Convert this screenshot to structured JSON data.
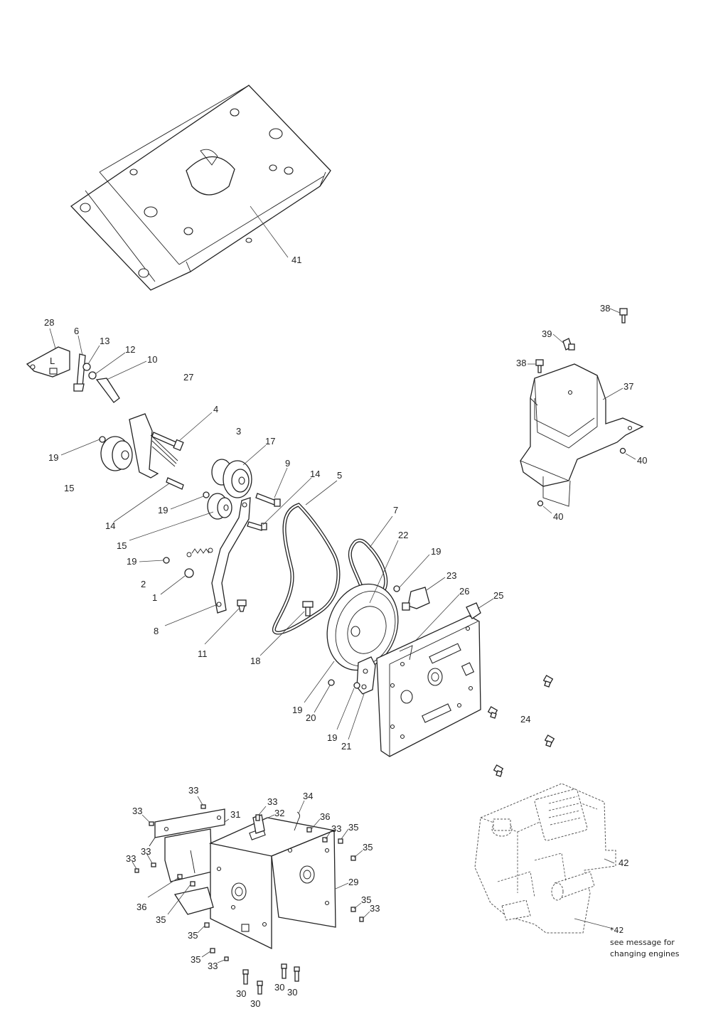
{
  "callouts": {
    "c41": "41",
    "c28": "28",
    "c6": "6",
    "c13": "13",
    "c12": "12",
    "c10": "10",
    "c27": "27",
    "c4": "4",
    "c3": "3",
    "c19a": "19",
    "c17": "17",
    "c9": "9",
    "c14a": "14",
    "c5": "5",
    "c15a": "15",
    "c14b": "14",
    "c19b": "19",
    "c15b": "15",
    "c19c": "19",
    "c2": "2",
    "c1": "1",
    "c7": "7",
    "c22": "22",
    "c19d": "19",
    "c23": "23",
    "c26": "26",
    "c25": "25",
    "c8": "8",
    "c11": "11",
    "c18": "18",
    "c19e": "19",
    "c20": "20",
    "c19f": "19",
    "c21": "21",
    "c24": "24",
    "c38a": "38",
    "c39": "39",
    "c38b": "38",
    "c37": "37",
    "c40a": "40",
    "c40b": "40",
    "c33a": "33",
    "c33b": "33",
    "c31": "31",
    "c33c": "33",
    "c32": "32",
    "c34": "34",
    "c36a": "36",
    "c33d": "33",
    "c35a": "35",
    "c33e": "33",
    "c33f": "33",
    "c35b": "35",
    "c29": "29",
    "c36b": "36",
    "c35c": "35",
    "c35d": "35",
    "c33g": "33",
    "c35e": "35",
    "c35f": "35",
    "c33h": "33",
    "c30a": "30",
    "c30b": "30",
    "c30c": "30",
    "c30d": "30",
    "c42": "42"
  },
  "engine_note": {
    "ref": "*42",
    "line1": "see message for",
    "line2": "changing engines"
  },
  "decal_letter": "L"
}
